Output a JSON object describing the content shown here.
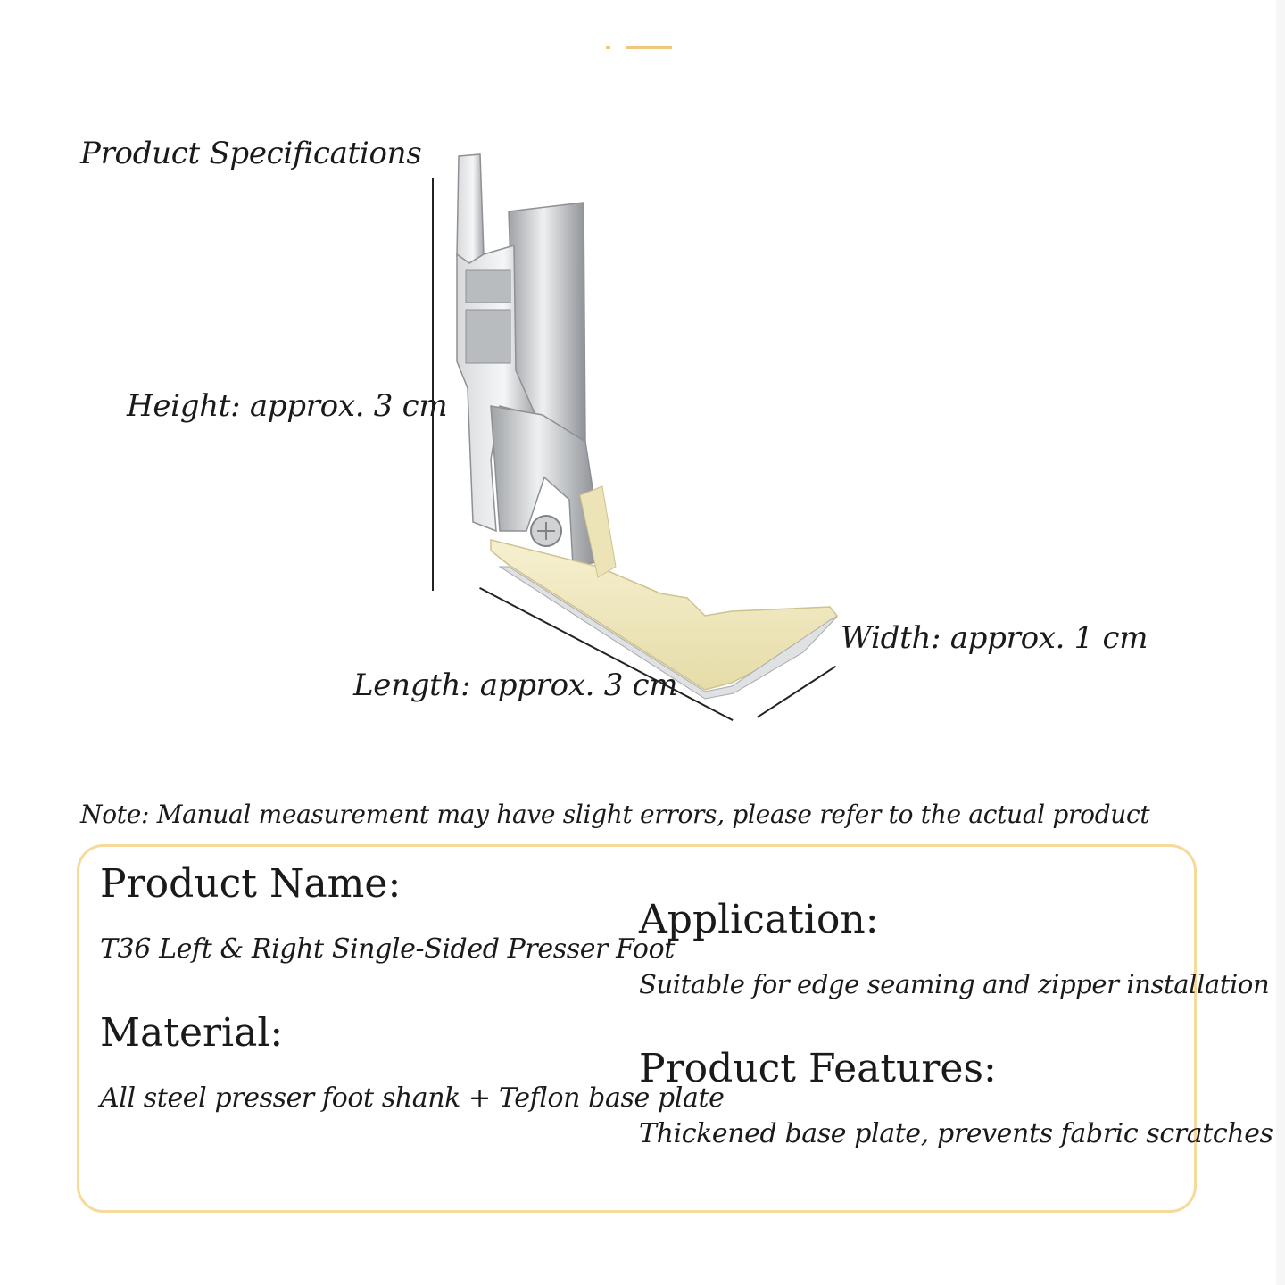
{
  "colors": {
    "accent": "#f3c77a",
    "frame": "#f7d99a",
    "teflon": "#f3ecc8",
    "steel": "#c9cbcd"
  },
  "header": {
    "title": "Product Specifications"
  },
  "dimensions": {
    "height": "Height: approx. 3 cm",
    "width": "Width: approx. 1 cm",
    "length": "Length: approx. 3 cm"
  },
  "note": "Note: Manual measurement may have slight errors, please refer to the actual product",
  "details": {
    "product_name": {
      "label": "Product Name:",
      "value": "T36 Left & Right Single-Sided Presser Foot"
    },
    "material": {
      "label": "Material:",
      "value": "All steel presser foot shank + Teflon base plate"
    },
    "application": {
      "label": "Application:",
      "value": "Suitable for edge seaming and zipper installation"
    },
    "features": {
      "label": "Product Features:",
      "value": "Thickened base plate, prevents fabric scratches"
    }
  }
}
